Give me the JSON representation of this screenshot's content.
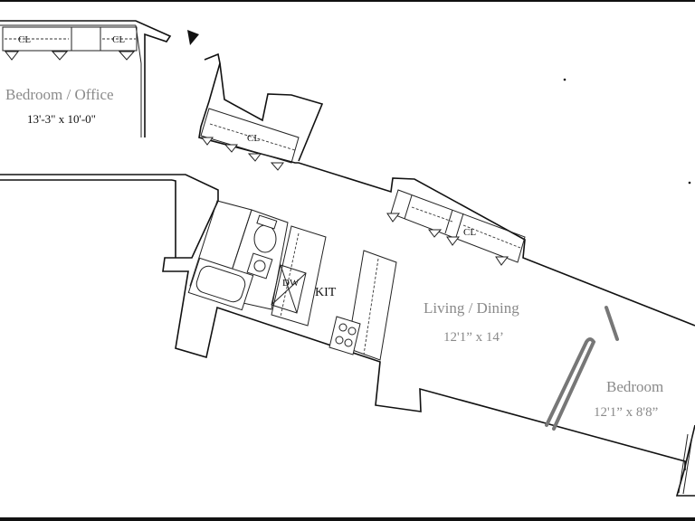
{
  "rooms": {
    "bedroom_office": {
      "name": "Bedroom / Office",
      "size": "13'-3\" x 10'-0\""
    },
    "living_dining": {
      "name": "Living / Dining",
      "size": "12'1” x 14’"
    },
    "bedroom": {
      "name": "Bedroom",
      "size": "12'1”  x  8'8”"
    },
    "kitchen": {
      "name": "KIT"
    }
  },
  "labels": {
    "closet": "CL",
    "dishwasher": "DW"
  },
  "colors": {
    "wall": "#111111",
    "room_text": "#8a8a8a",
    "text_dark": "#111111",
    "marker": "#777777"
  }
}
